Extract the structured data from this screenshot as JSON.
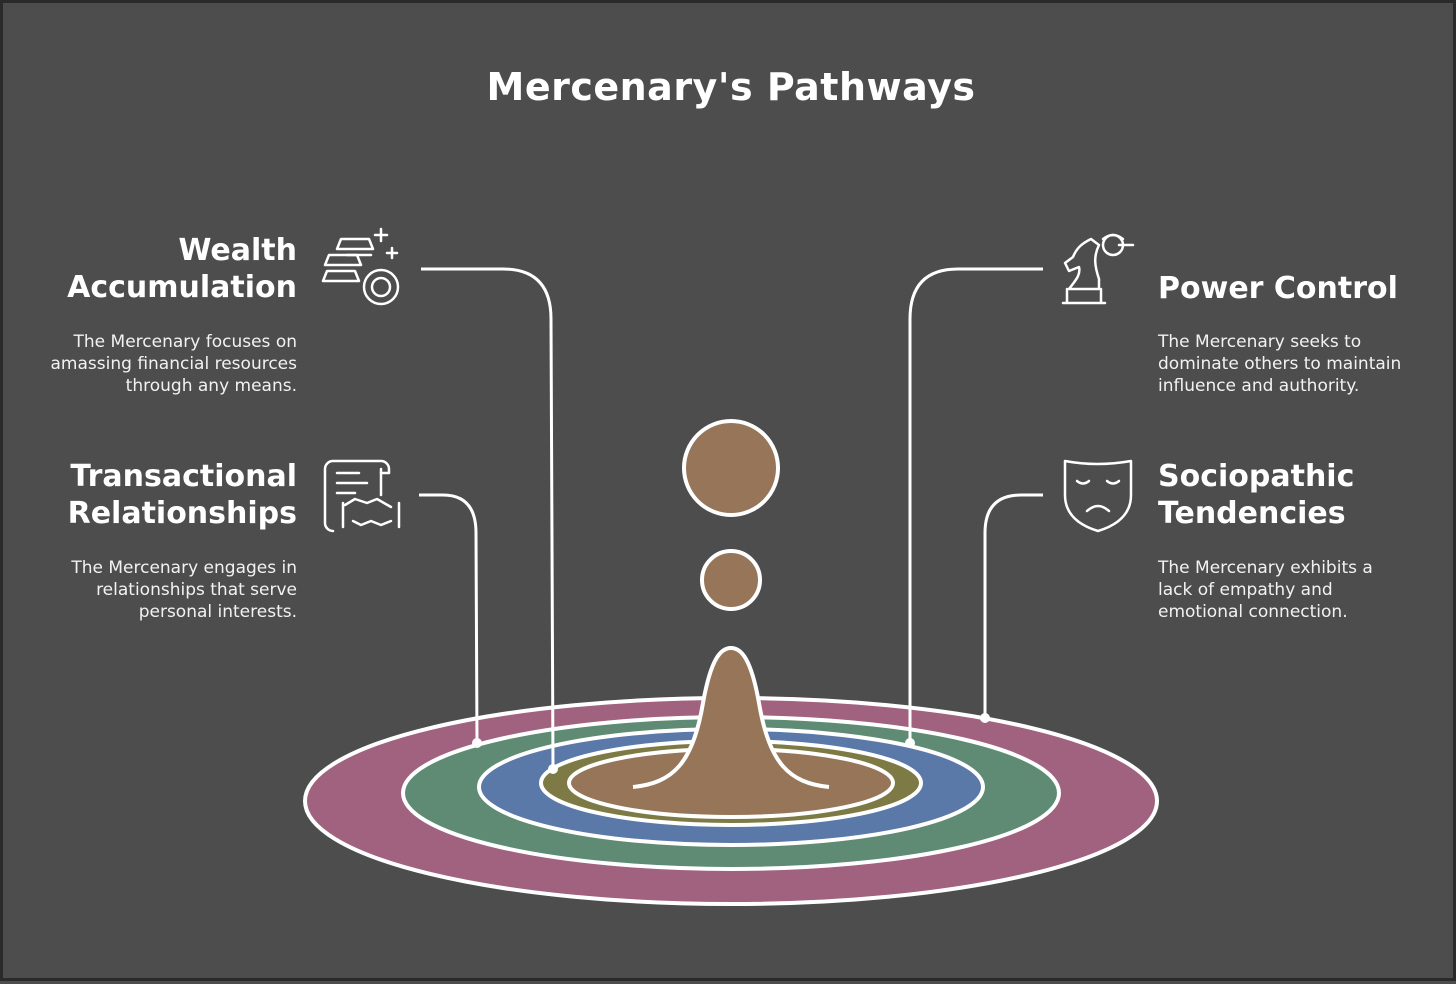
{
  "title": "Mercenary's Pathways",
  "colors": {
    "background": "#4d4d4d",
    "stroke": "#ffffff",
    "core": "#967559",
    "ring_yellow": "#7d7a45",
    "ring_blue": "#5a78a8",
    "ring_green": "#5f8a73",
    "ring_pink": "#a0627f"
  },
  "items": [
    {
      "icon": "gold-bars-coin-icon",
      "heading": [
        "Wealth",
        "Accumulation"
      ],
      "description": [
        "The Mercenary focuses on",
        "amassing financial resources",
        "through any means."
      ]
    },
    {
      "icon": "scroll-handshake-icon",
      "heading": [
        "Transactional",
        "Relationships"
      ],
      "description": [
        "The Mercenary engages in",
        "relationships that serve",
        "personal interests."
      ]
    },
    {
      "icon": "chess-knight-icon",
      "heading": [
        "Power Control"
      ],
      "description": [
        "The Mercenary seeks to",
        "dominate others to maintain",
        "influence and authority."
      ]
    },
    {
      "icon": "sad-mask-icon",
      "heading": [
        "Sociopathic",
        "Tendencies"
      ],
      "description": [
        "The Mercenary exhibits a",
        "lack of empathy and",
        "emotional connection."
      ]
    }
  ]
}
